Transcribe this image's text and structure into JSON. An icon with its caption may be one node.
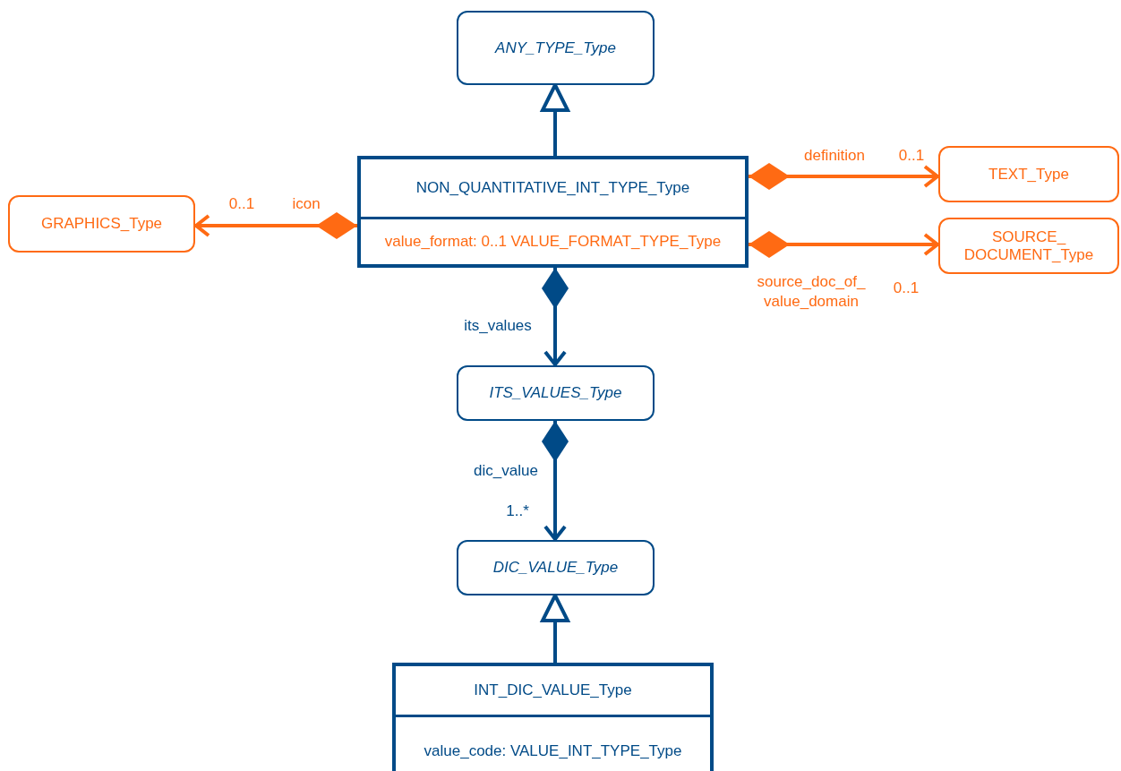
{
  "diagram": {
    "nodes": [
      {
        "text": [
          "ANY_TYPE_Type"
        ]
      },
      {
        "text": [
          "NON_QUANTITATIVE_INT_TYPE_Type",
          "value_format: 0..1 VALUE_FORMAT_TYPE_Type"
        ]
      },
      {
        "text": [
          "TEXT_Type"
        ]
      },
      {
        "text": [
          "GRAPHICS_Type"
        ]
      },
      {
        "text": [
          "SOURCE_ DOCUMENT_Type"
        ]
      },
      {
        "text": [
          "ITS_VALUES_Type"
        ]
      },
      {
        "text": [
          "DIC_VALUE_Type"
        ]
      },
      {
        "text": [
          "INT_DIC_VALUE_Type",
          "value_code: VALUE_INT_TYPE_Type"
        ]
      }
    ],
    "edges": [
      {
        "from": 1,
        "to": 0,
        "arrow": "to"
      },
      {
        "from": 1,
        "to": 2,
        "arrow": "to",
        "label": "definition",
        "color": "#ff6a13"
      },
      {
        "from": 1,
        "to": 3,
        "arrow": "to",
        "label": "icon",
        "color": "#ff6a13"
      },
      {
        "from": 1,
        "to": 4,
        "arrow": "to",
        "label": "source_doc_of_ value_domain",
        "color": "#ff6a13"
      },
      {
        "from": 1,
        "to": 5,
        "arrow": "to",
        "label": "its_values"
      },
      {
        "from": 5,
        "to": 6,
        "arrow": "to",
        "label": "dic_value"
      },
      {
        "from": 7,
        "to": 6,
        "arrow": "to"
      }
    ],
    "labels": [
      "0..1",
      "0..1",
      "0..1",
      "1..*"
    ]
  }
}
